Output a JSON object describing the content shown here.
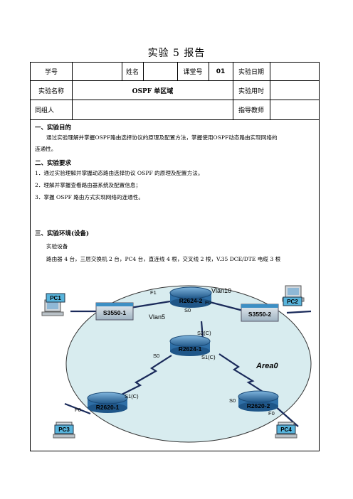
{
  "doc": {
    "title": "实验 5 报告"
  },
  "table": {
    "row1": {
      "student_id_label": "学号",
      "name_label": "姓名",
      "course_no_label": "课堂号",
      "course_no_value": "01",
      "date_label": "实验日期"
    },
    "row2": {
      "exp_name_label": "实验名称",
      "exp_name_value": "OSPF 单区域",
      "time_label": "实验用时"
    },
    "row3": {
      "group_label": "同组人",
      "teacher_label": "指导教师"
    }
  },
  "sections": {
    "purpose": {
      "heading": "一、实验目的",
      "text_line1": "通过实验理解并掌握OSPF路由选择协议的原理及配置方法，掌握使用OSPF动态路由实现网络的",
      "text_line2": "连通性。"
    },
    "requirements": {
      "heading": "二、实验要求",
      "items": [
        "1．通过实验理解并掌握动态路由选择协议 OSPF 的原理及配置方法。",
        "2．理解并掌握查看路由器系统及配置信息；",
        "3．掌握 OSPF 路由方式实现网络的连通性。"
      ]
    },
    "environment": {
      "heading": "三、实验环境(设备)",
      "sub": "实验设备",
      "devices": "路由器 4 台，三层交换机 2 台，PC4 台，直连线 4 根，交叉线 2 根，V.35 DCE/DTE 电缆 3 根"
    }
  },
  "diagram": {
    "area_label": "Area0",
    "devices": {
      "pc1": "PC1",
      "pc2": "PC2",
      "pc3": "PC3",
      "pc4": "PC4",
      "s3550_1": "S3550-1",
      "s3550_2": "S3550-2",
      "r2624_2": "R2624-2",
      "r2624_1": "R2624-1",
      "r2620_1": "R2620-1",
      "r2620_2": "R2620-2"
    },
    "ports": {
      "f1": "F1",
      "f0_top": "F0",
      "vlan10": "Vlan10",
      "vlan5": "Vlan5",
      "s0_top": "S0",
      "s2c": "S2(C)",
      "s0_left": "S0",
      "s1c_right": "S1(C)",
      "s1c_left": "S1(C)",
      "f0_left": "F0",
      "s0_right": "S0",
      "f0_right": "F0"
    },
    "colors": {
      "area_fill": "#d8ecef",
      "router_blue": "#2f6fa6",
      "switch_blue": "#3d8fc4",
      "pc_label_bg": "#58b4dc",
      "link_dark": "#1a2a5a"
    }
  }
}
